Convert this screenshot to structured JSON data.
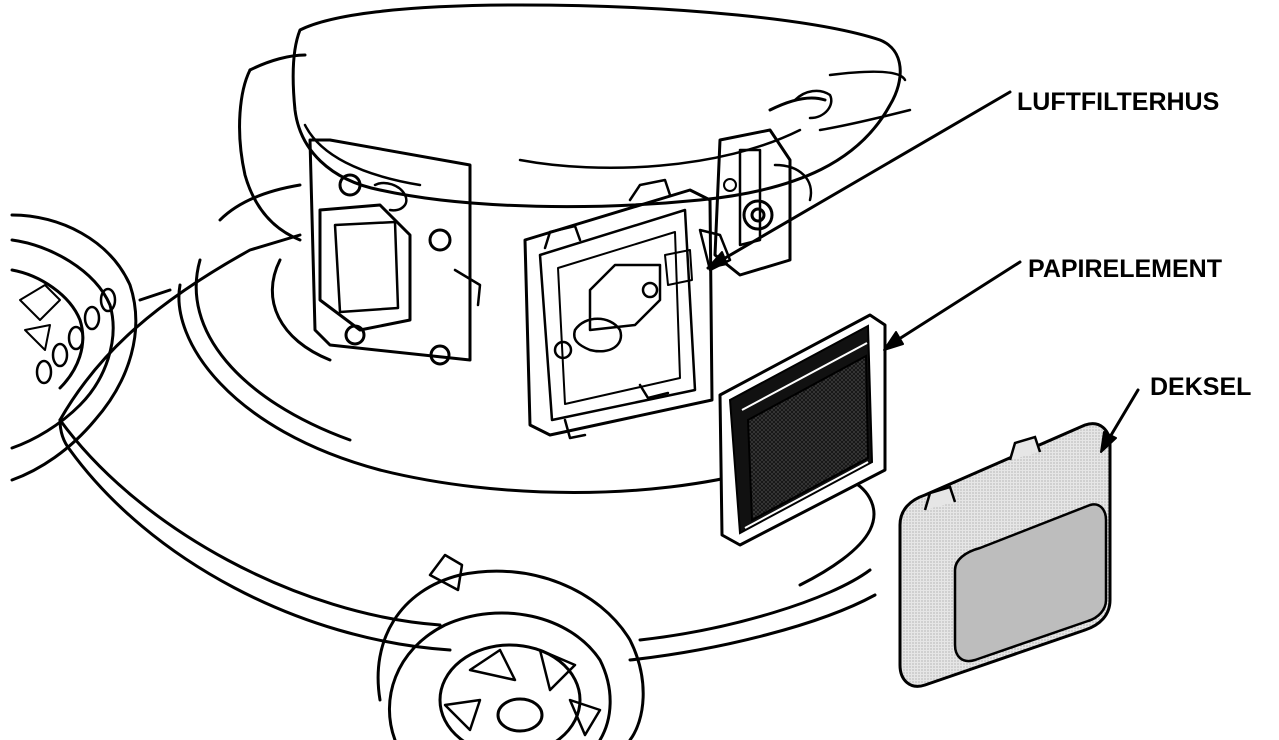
{
  "labels": {
    "air_filter_housing": "LUFTFILTERHUS",
    "paper_element": "PAPIRELEMENT",
    "cover": "DEKSEL"
  },
  "colors": {
    "ink": "#000000",
    "paper": "#ffffff",
    "filter_media": "#2b2b2b",
    "cover_fill": "#d9d9d9"
  }
}
